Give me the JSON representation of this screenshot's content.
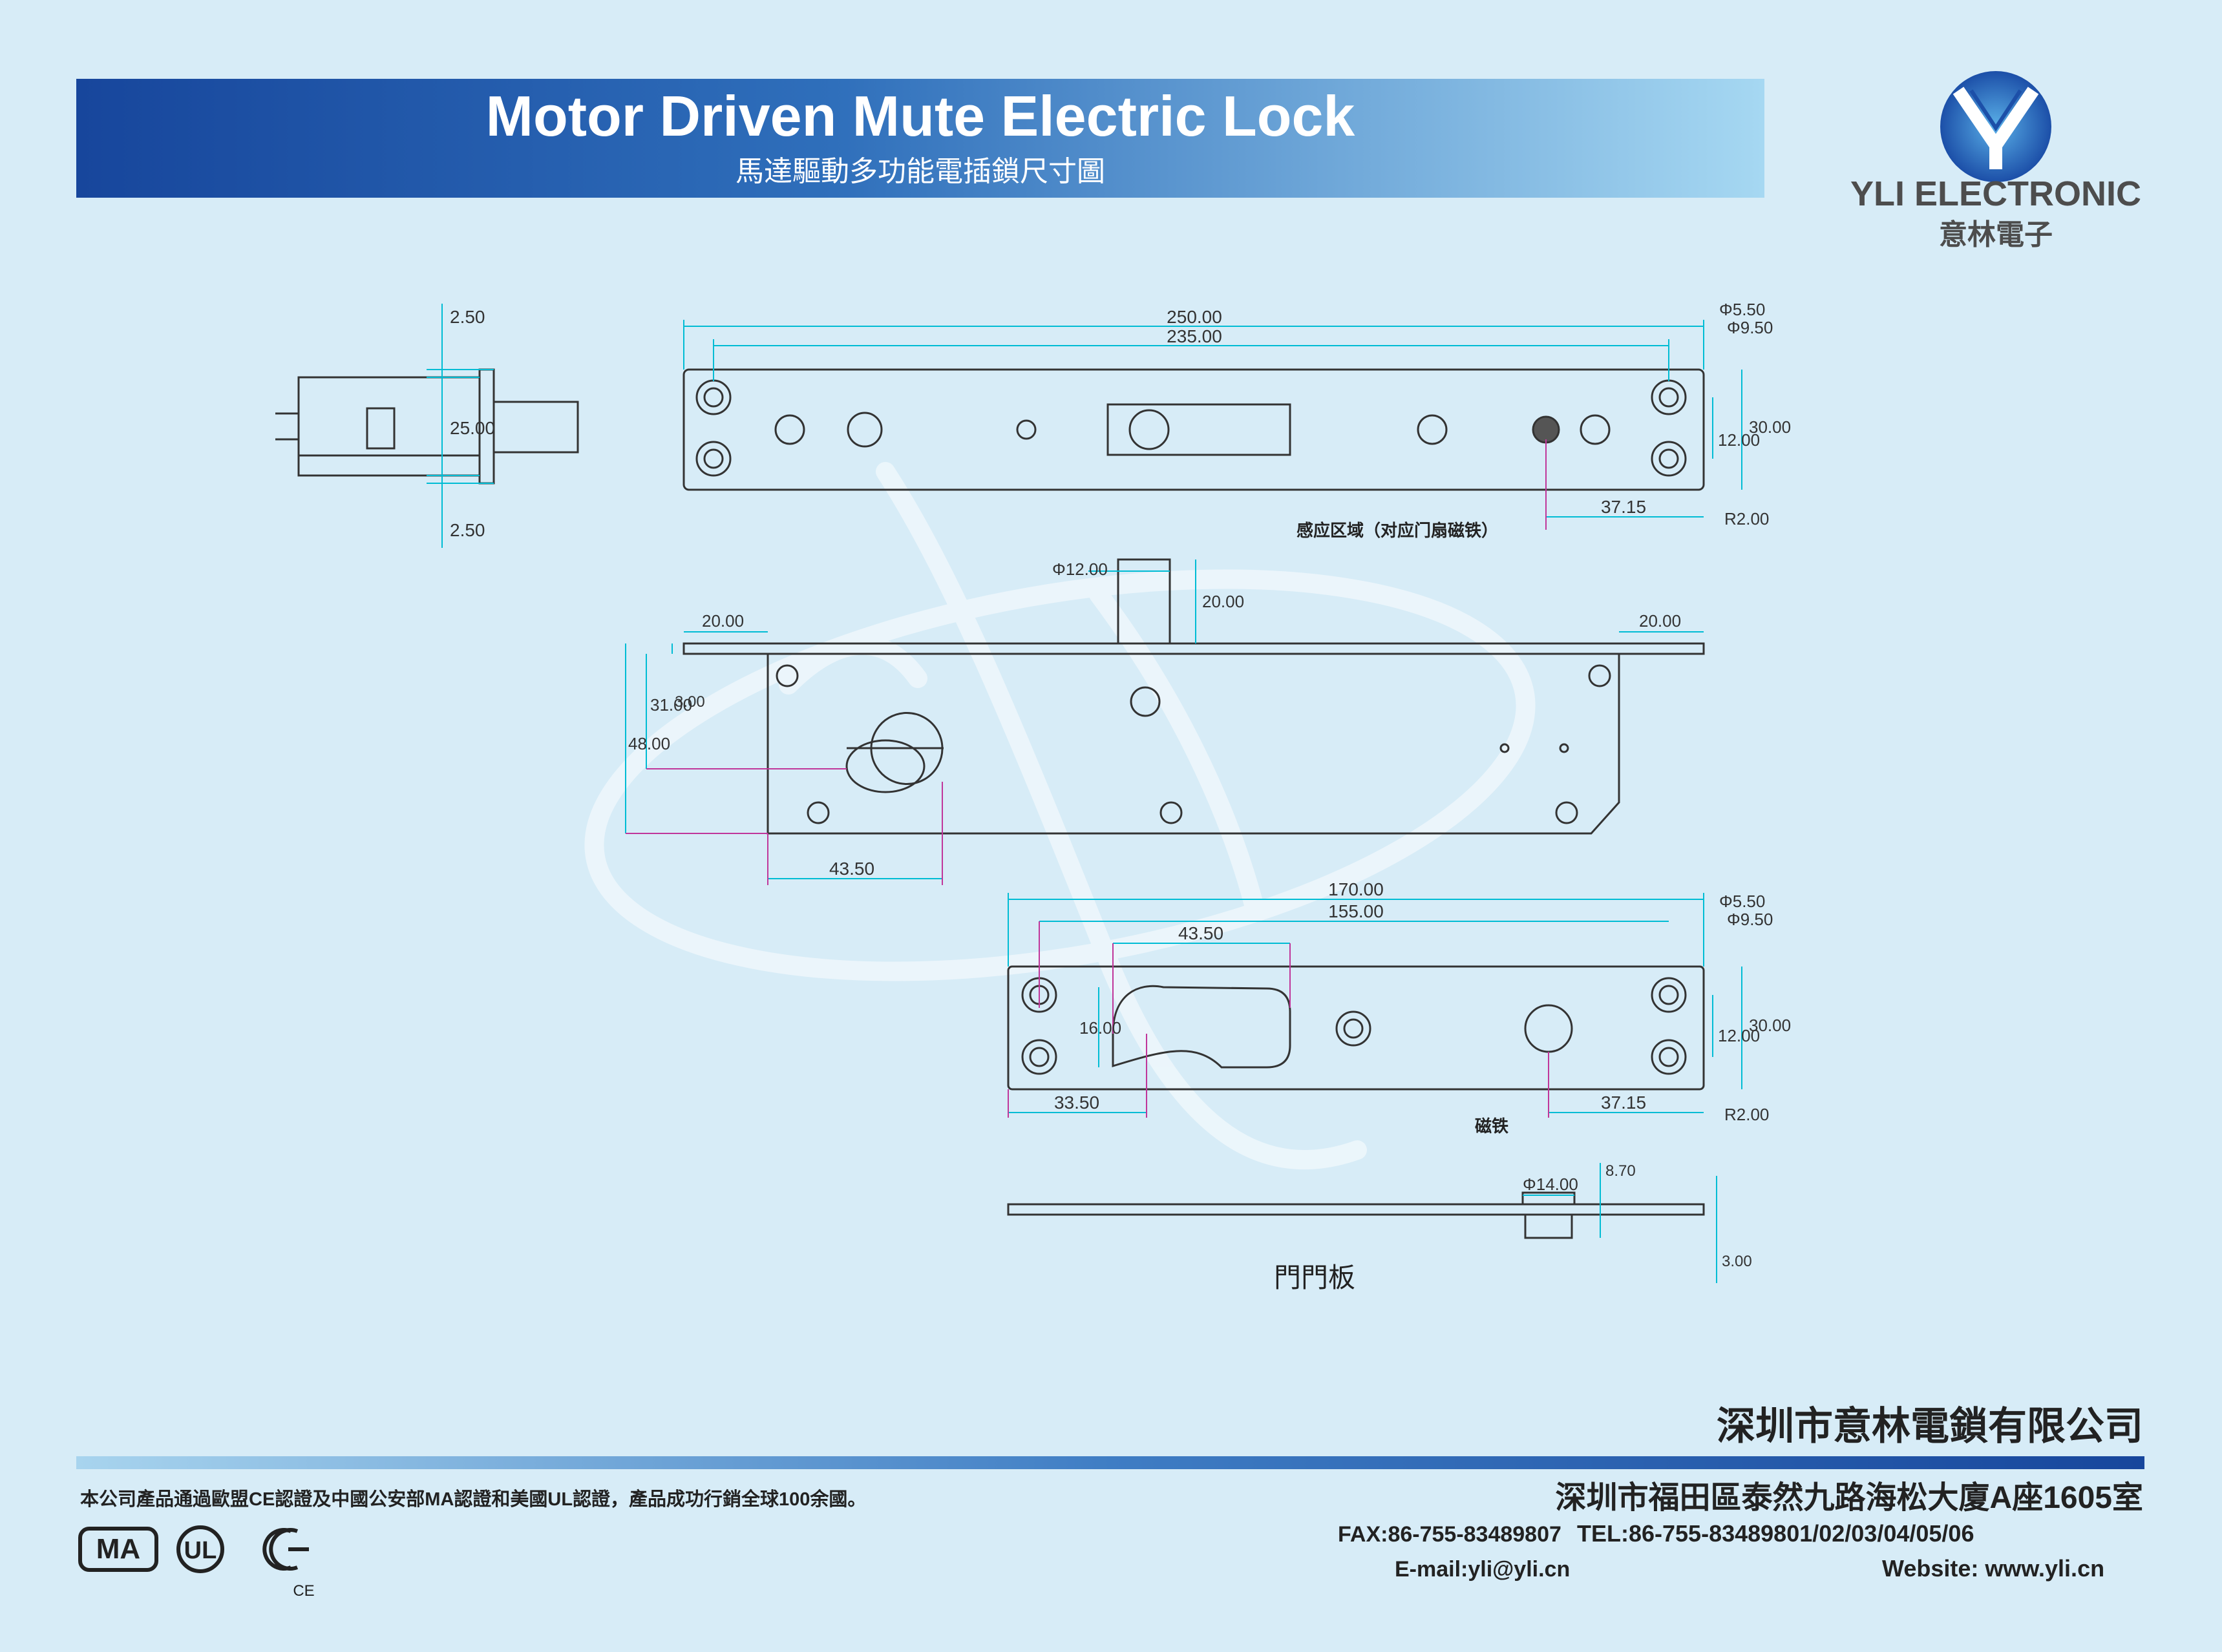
{
  "header": {
    "title": "Motor Driven Mute Electric Lock",
    "subtitle": "馬達驅動多功能電插鎖尺寸圖"
  },
  "logo": {
    "brand": "YLI ELECTRONIC",
    "brand_cn": "意林電子"
  },
  "drawing": {
    "dims_top": [
      "250.00",
      "235.00",
      "Φ5.50",
      "Φ9.50",
      "30.00",
      "12.00",
      "37.15",
      "R2.00"
    ],
    "dims_side": [
      "2.50",
      "25.00",
      "2.50"
    ],
    "sensor_note": "感应区域（对应门扇磁铁）",
    "dims_mid": [
      "Φ12.00",
      "20.00",
      "20.00",
      "20.00",
      "48.00",
      "31.00",
      "3.00",
      "43.50"
    ],
    "dims_plate": [
      "170.00",
      "155.00",
      "43.50",
      "16.00",
      "Φ5.50",
      "Φ9.50",
      "30.00",
      "12.00",
      "33.50",
      "37.15",
      "R2.00"
    ],
    "magnet_note": "磁铁",
    "dims_bottom": [
      "Φ14.00",
      "8.70",
      "3.00"
    ],
    "plate_label": "門門板"
  },
  "footer": {
    "company": "深圳市意林電鎖有限公司",
    "certification_note": "本公司產品通過歐盟CE認證及中國公安部MA認證和美國UL認證，產品成功行銷全球100余國。",
    "address": "深圳市福田區泰然九路海松大廈A座1605室",
    "tel": "TEL:86-755-83489801/02/03/04/05/06",
    "fax": "FAX:86-755-83489807",
    "website": "Website: www.yli.cn",
    "email": "E-mail:yli@yli.cn",
    "cert_marks": [
      "MA",
      "UL",
      "CE"
    ]
  },
  "colors": {
    "background": "#d7ecf7",
    "header_dark": "#1a4aa0",
    "header_light": "#9cd3f0",
    "dim_line": "#00bcd4",
    "leader_line": "#c0369a",
    "drawing_line": "#333333"
  }
}
